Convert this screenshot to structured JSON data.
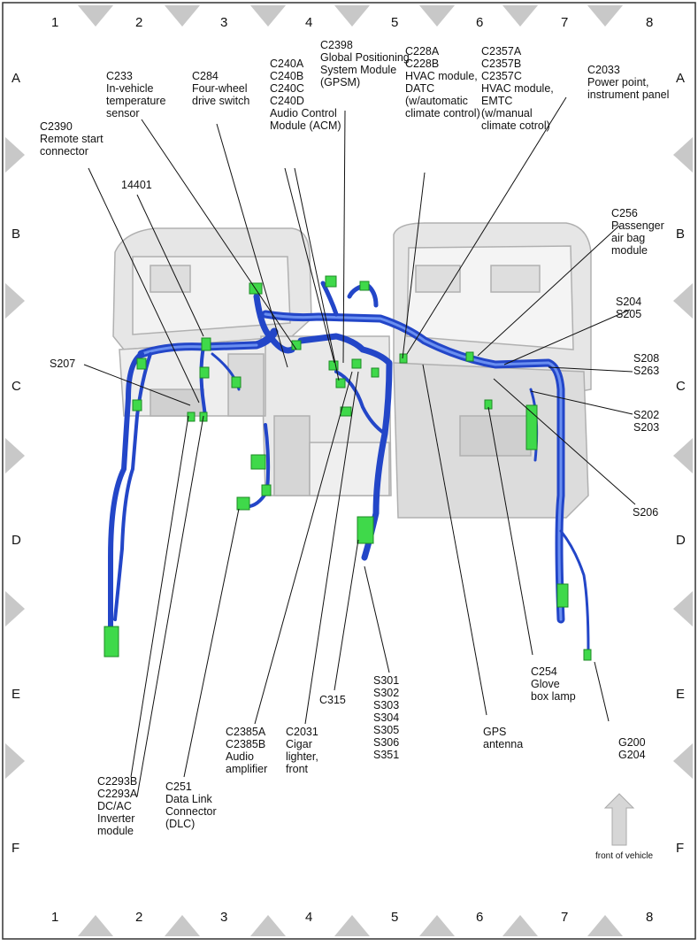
{
  "grid": {
    "columns": [
      "1",
      "2",
      "3",
      "4",
      "5",
      "6",
      "7",
      "8"
    ],
    "rows": [
      "A",
      "B",
      "C",
      "D",
      "E",
      "F"
    ]
  },
  "callouts": {
    "c2390": "C2390\nRemote start\nconnector",
    "c233": "C233\nIn-vehicle\ntemperature\nsensor",
    "c284": "C284\nFour-wheel\ndrive switch",
    "c240": "C240A\nC240B\nC240C\nC240D\nAudio Control\nModule (ACM)",
    "c2398": "C2398\nGlobal Positioning\nSystem Module\n(GPSM)",
    "c228": "C228A\nC228B\nHVAC module,\nDATC\n(w/automatic\nclimate control)",
    "c2357": "C2357A\nC2357B\nC2357C\nHVAC module,\nEMTC\n(w/manual\nclimate cotrol)",
    "c2033": "C2033\nPower point,\ninstrument panel",
    "n14401": "14401",
    "c256": "C256\nPassenger\nair bag\nmodule",
    "s204": "S204\nS205",
    "s207": "S207",
    "s208": "S208\nS263",
    "s202": "S202\nS203",
    "s206": "S206",
    "c2293": "C2293B\nC2293A\nDC/AC\nInverter\nmodule",
    "c251": "C251\nData Link\nConnector\n(DLC)",
    "c2385": "C2385A\nC2385B\nAudio\namplifier",
    "c2031": "C2031\nCigar\nlighter,\nfront",
    "c315": "C315",
    "s301": "S301\nS302\nS303\nS304\nS305\nS306\nS351",
    "gps": "GPS\nantenna",
    "c254": "C254\nGlove\nbox lamp",
    "g200": "G200\nG204"
  },
  "front_label": "front of vehicle",
  "colors": {
    "harness": "#2346c8",
    "harness_light": "#5b7fe6",
    "connector": "#3fd94a",
    "panel": "#d9d9d9",
    "panel_dark": "#a9a9a9",
    "border_triangle": "#c8c8c8"
  }
}
